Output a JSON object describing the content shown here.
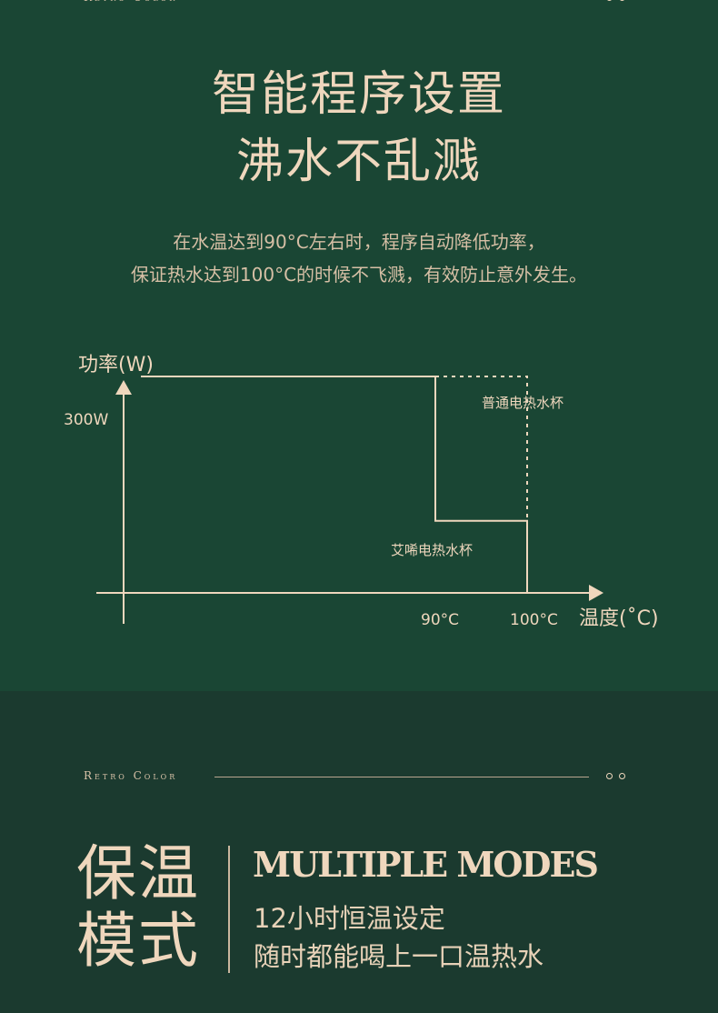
{
  "brand": {
    "text": "Retro Color"
  },
  "headline": {
    "line1": "智能程序设置",
    "line2": "沸水不乱溅"
  },
  "description": {
    "line1": "在水温达到90°C左右时，程序自动降低功率，",
    "line2": "保证热水达到100°C的时候不飞溅，有效防止意外发生。"
  },
  "chart_data": {
    "type": "line",
    "ylabel": "功率(W)",
    "xlabel": "温度(˚C)",
    "y_tick_labels": [
      "300W"
    ],
    "x_tick_labels": [
      "90°C",
      "100°C"
    ],
    "series": [
      {
        "name": "普通电热水杯",
        "style": "dashed",
        "x": [
          0,
          100,
          100
        ],
        "y": [
          300,
          300,
          0
        ]
      },
      {
        "name": "艾唏电热水杯",
        "style": "solid",
        "x": [
          0,
          90,
          90,
          100,
          100
        ],
        "y": [
          300,
          300,
          100,
          100,
          0
        ]
      }
    ],
    "colors": {
      "line": "#efd7bd"
    }
  },
  "mode": {
    "title_line1": "保温",
    "title_line2": "模式",
    "english": "MULTIPLE MODES",
    "desc_line1": "12小时恒温设定",
    "desc_line2": "随时都能喝上一口温热水"
  },
  "colors": {
    "background_top": "#1a4634",
    "background_bottom": "#1b3a2f",
    "accent": "#efd7bd"
  }
}
